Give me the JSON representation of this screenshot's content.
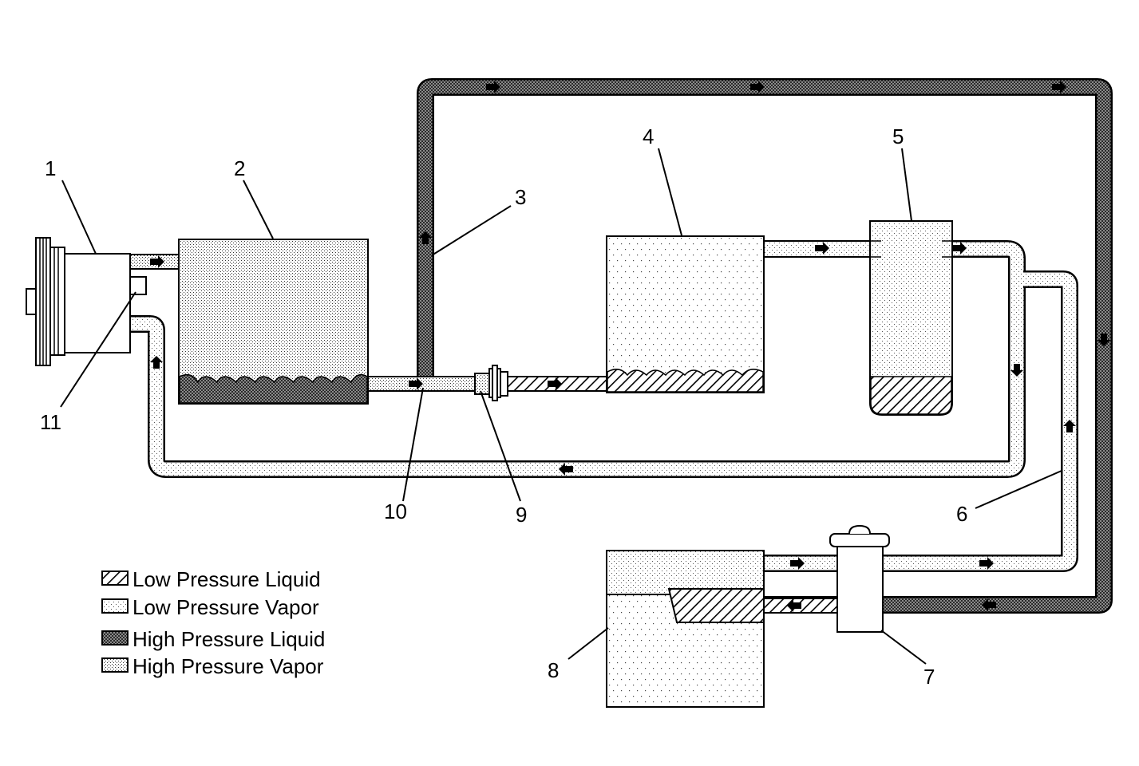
{
  "callouts": {
    "c1": "1",
    "c2": "2",
    "c3": "3",
    "c4": "4",
    "c5": "5",
    "c6": "6",
    "c7": "7",
    "c8": "8",
    "c9": "9",
    "c10": "10",
    "c11": "11"
  },
  "legend": {
    "low_liquid": "Low Pressure Liquid",
    "low_vapor": "Low Pressure Vapor",
    "high_liquid": "High Pressure Liquid",
    "high_vapor": "High Pressure Vapor"
  },
  "colors": {
    "line": "#000000",
    "background": "#ffffff"
  }
}
